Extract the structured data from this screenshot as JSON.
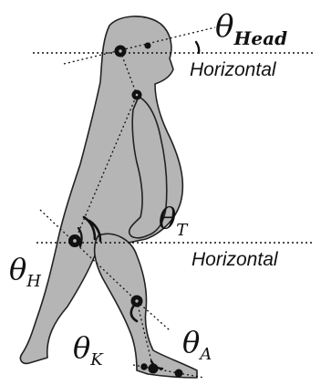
{
  "diagram": {
    "labels": {
      "theta_head": {
        "symbol": "θ",
        "subscript": "Head"
      },
      "theta_t": {
        "symbol": "θ",
        "subscript": "T"
      },
      "theta_h": {
        "symbol": "θ",
        "subscript": "H"
      },
      "theta_k": {
        "symbol": "θ",
        "subscript": "K"
      },
      "theta_a": {
        "symbol": "θ",
        "subscript": "A"
      }
    },
    "horizontal_labels": {
      "upper": "Horizontal",
      "lower": "Horizontal"
    },
    "colors": {
      "body_fill": "#b5b5b5",
      "outline": "#222222",
      "ink": "#111111"
    }
  }
}
